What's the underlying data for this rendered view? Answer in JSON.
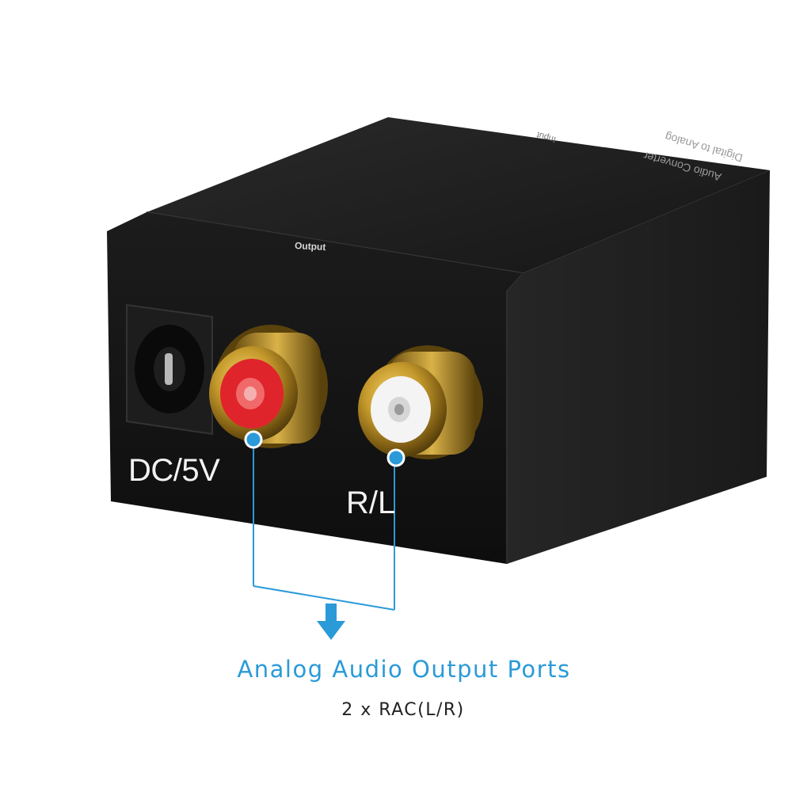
{
  "device": {
    "top_text_line1": "Digital to Analog",
    "top_text_line2": "Audio Converter",
    "top_text_input": "Input",
    "output_label": "Output",
    "dc_label": "DC/5V",
    "rl_label": "R/L"
  },
  "callout": {
    "title": "Analog Audio Output Ports",
    "subtitle": "2 x RAC(L/R)",
    "accent_color": "#2a9ad8",
    "arrow_icon": "down-arrow-icon"
  },
  "colors": {
    "body": "#141414",
    "gold": "#c9a034",
    "red_jack": "#e0242b",
    "white_jack": "#f4f4f4",
    "accent": "#2a9ad8"
  }
}
